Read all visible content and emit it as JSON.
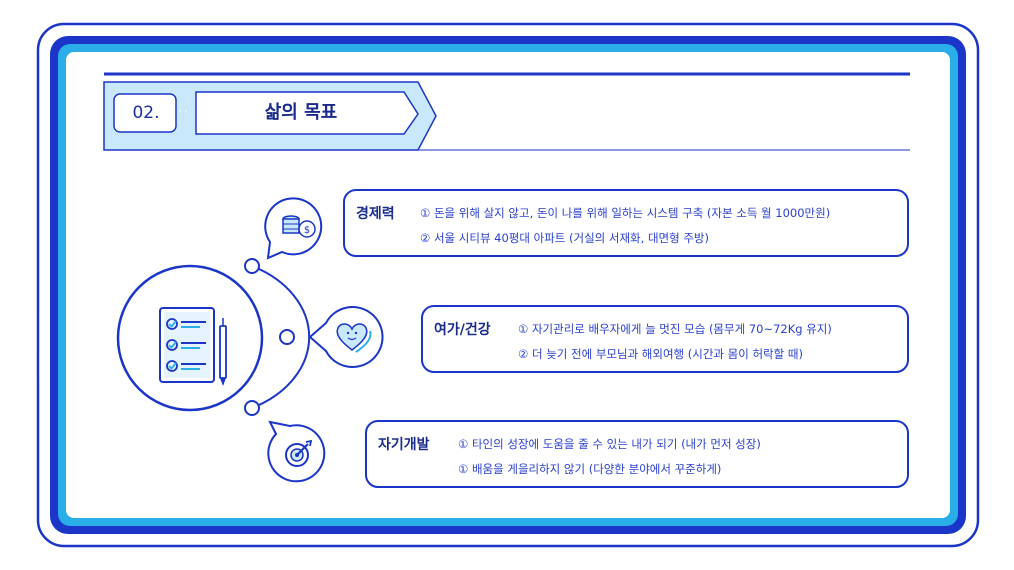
{
  "header": {
    "number": "02.",
    "separator": "··",
    "title": "삶의 목표"
  },
  "goals": [
    {
      "category": "경제력",
      "icon": "money-icon",
      "lines": [
        "① 돈을 위해 살지 않고, 돈이 나를 위해 일하는 시스템 구축 (자본 소득 월 1000만원)",
        "② 서울 시티뷰 40평대 아파트 (거실의 서재화, 대면형 주방)"
      ]
    },
    {
      "category": "여가/건강",
      "icon": "heart-icon",
      "lines": [
        "① 자기관리로 배우자에게 늘 멋진 모습 (몸무게 70~72Kg 유지)",
        "② 더 늦기 전에 부모님과 해외여행 (시간과 몸이 허락할 때)"
      ]
    },
    {
      "category": "자기개발",
      "icon": "target-icon",
      "lines": [
        "① 타인의 성장에 도움을 줄 수 있는 내가 되기 (내가 먼저 성장)",
        "① 배움을 게을리하지 않기 (다양한 분야에서 꾸준하게)"
      ]
    }
  ],
  "colors": {
    "navy": "#1a35c7",
    "cyan": "#29aee8",
    "light_blue": "#c9e8fb",
    "text_blue": "#2a3fd0"
  }
}
